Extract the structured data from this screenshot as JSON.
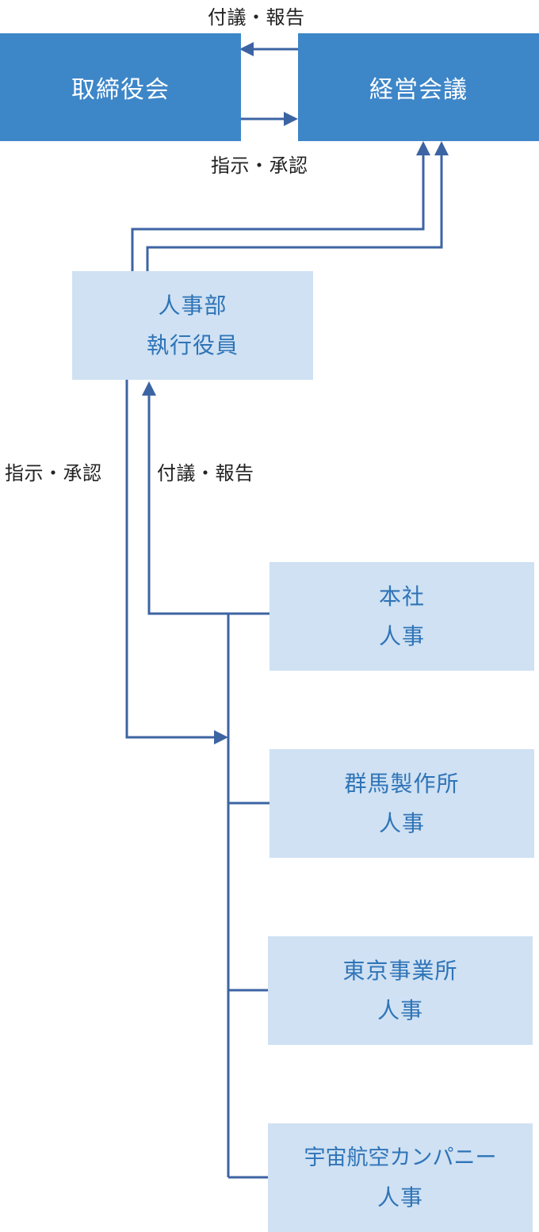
{
  "top": {
    "board": "取締役会",
    "management": "経営会議"
  },
  "hr_exec": {
    "line1": "人事部",
    "line2": "執行役員"
  },
  "labels": {
    "top_report": "付議・報告",
    "top_instruct": "指示・承認",
    "mid_instruct": "指示・承認",
    "mid_report": "付議・報告"
  },
  "departments": [
    {
      "line1": "本社",
      "line2": "人事"
    },
    {
      "line1": "群馬製作所",
      "line2": "人事"
    },
    {
      "line1": "東京事業所",
      "line2": "人事"
    },
    {
      "line1": "宇宙航空カンパニー",
      "line2": "人事"
    }
  ],
  "colors": {
    "dark_box": "#3d86c8",
    "light_box": "#cfe1f3",
    "light_text": "#2f74b7",
    "connector": "#3c64a3"
  }
}
